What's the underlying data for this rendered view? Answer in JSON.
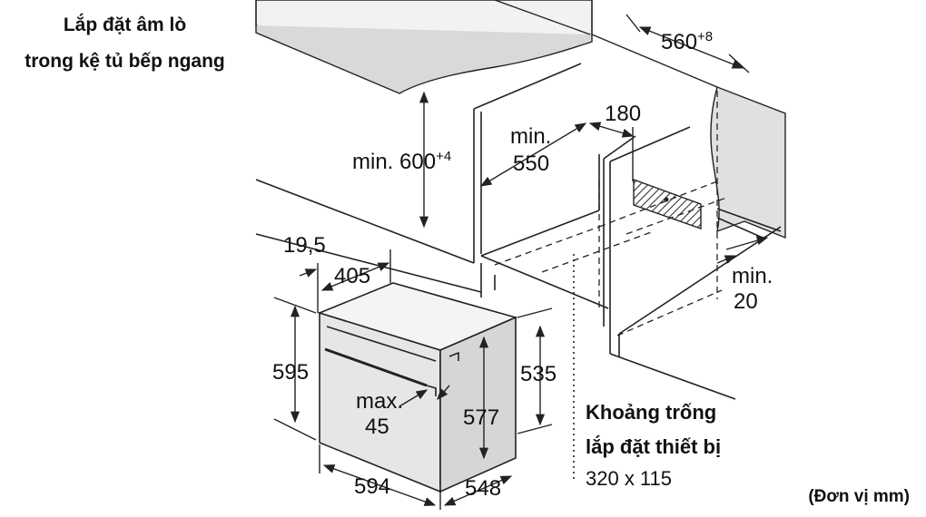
{
  "title": {
    "line1": "Lắp đặt âm lò",
    "line2": "trong kệ tủ bếp ngang"
  },
  "units_note": "(Đơn vị mm)",
  "dimensions": {
    "depth_base": "560",
    "depth_sup": "+8",
    "height_base": "min. 600",
    "height_sup": "+4",
    "inner_depth_a": "min.",
    "inner_depth_b": "550",
    "vent": "180",
    "gap_a": "min.",
    "gap_b": "20",
    "panel_offset": "19,5",
    "top_depth": "405",
    "front_height": "595",
    "handle_a": "max.",
    "handle_b": "45",
    "inner_height": "577",
    "side_height": "535",
    "front_width": "594",
    "body_depth": "548"
  },
  "cutout": {
    "label_a": "Khoảng trống",
    "label_b": "lắp đặt thiết bị",
    "size": "320 x 115"
  },
  "colors": {
    "line": "#222222",
    "worktop_top": "#f2f2f2",
    "panel": "#dcdcdc",
    "oven_front": "#e6e6e6",
    "hatch": "#333333"
  }
}
